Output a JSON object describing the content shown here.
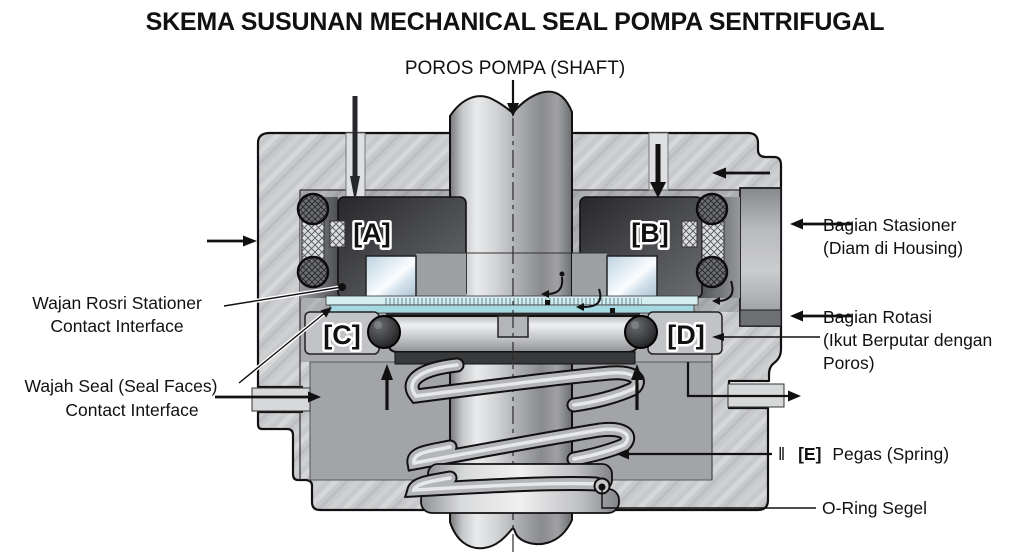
{
  "title": "SKEMA SUSUNAN MECHANICAL SEAL POMPA SENTRIFUGAL",
  "shaft_label": "POROS POMPA (SHAFT)",
  "part_tags": {
    "a": "[A]",
    "b": "[B]",
    "c": "[C]",
    "d": "[D]"
  },
  "callouts": {
    "stationary_face": {
      "line1": "Wajan Rosri Stationer",
      "line2": "Contact Interface"
    },
    "seal_faces": {
      "line1": "Wajah Seal (Seal Faces)",
      "line2": "Contact Interface"
    },
    "stationary_part": {
      "line1": "Bagian Stasioner",
      "line2": "(Diam di Housing)"
    },
    "rotating_part": {
      "line1": "Bagian Rotasi",
      "line2": "(Ikut Berputar dengan",
      "line3": "Poros)"
    },
    "spring": {
      "break_marks": "‖",
      "tag": "[E]",
      "text": "Pegas (Spring)"
    },
    "oring": "O-Ring Segel"
  },
  "colors": {
    "background": "#ffffff",
    "housing_steel": "#c8c9cc",
    "interior_steel": "#abadb0",
    "dark_seal_block": "#3a3b3e",
    "seal_face_blue": "#a6d8e1",
    "pale_blue_band": "#d6edf1",
    "shiny_insert": "#dce9f3",
    "outline": "#111111"
  }
}
